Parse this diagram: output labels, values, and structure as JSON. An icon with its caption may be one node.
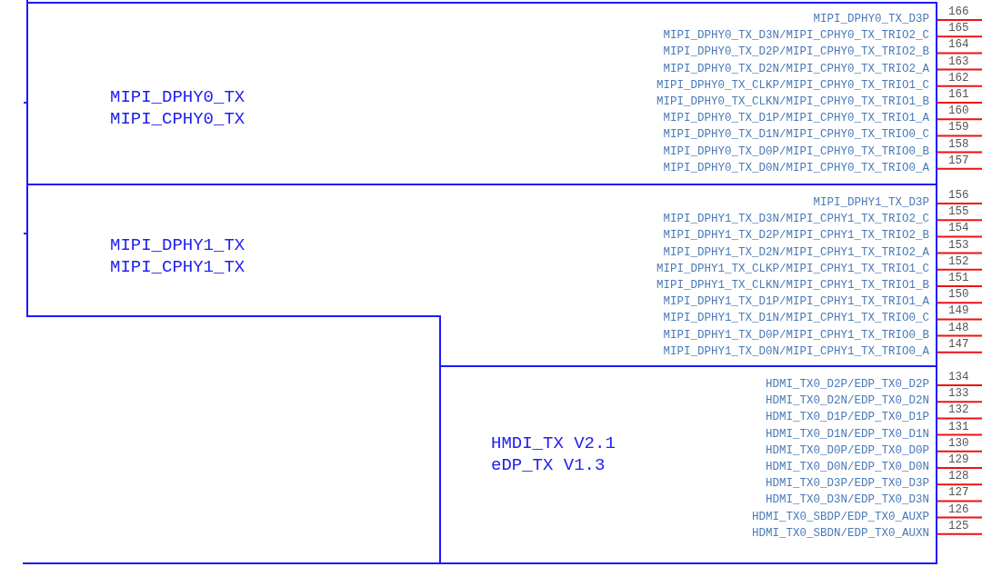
{
  "diagram": {
    "nodes": [
      {
        "text": [
          "MIPI_DPHY0_TX MIPI_CPHY0_TX",
          "MIPI_DPHY0_TX_D3P",
          "MIPI_DPHY0_TX_D3N/MIPI_CPHY0_TX_TRIO2_C",
          "MIPI_DPHY0_TX_D2P/MIPI_CPHY0_TX_TRIO2_B",
          "MIPI_DPHY0_TX_D2N/MIPI_CPHY0_TX_TRIO2_A",
          "MIPI_DPHY0_TX_CLKP/MIPI_CPHY0_TX_TRIO1_C",
          "MIPI_DPHY0_TX_CLKN/MIPI_CPHY0_TX_TRIO1_B",
          "MIPI_DPHY0_TX_D1P/MIPI_CPHY0_TX_TRIO1_A",
          "MIPI_DPHY0_TX_D1N/MIPI_CPHY0_TX_TRIO0_C",
          "MIPI_DPHY0_TX_D0P/MIPI_CPHY0_TX_TRIO0_B",
          "MIPI_DPHY0_TX_D0N/MIPI_CPHY0_TX_TRIO0_A"
        ],
        "beside": [
          "166",
          "165",
          "164",
          "163",
          "162",
          "161",
          "160",
          "159",
          "158",
          "157"
        ]
      },
      {
        "text": [
          "MIPI_DPHY1_TX MIPI_CPHY1_TX",
          "MIPI_DPHY1_TX_D3P",
          "MIPI_DPHY1_TX_D3N/MIPI_CPHY1_TX_TRIO2_C",
          "MIPI_DPHY1_TX_D2P/MIPI_CPHY1_TX_TRIO2_B",
          "MIPI_DPHY1_TX_D2N/MIPI_CPHY1_TX_TRIO2_A",
          "MIPI_DPHY1_TX_CLKP/MIPI_CPHY1_TX_TRIO1_C",
          "MIPI_DPHY1_TX_CLKN/MIPI_CPHY1_TX_TRIO1_B",
          "MIPI_DPHY1_TX_D1P/MIPI_CPHY1_TX_TRIO1_A",
          "MIPI_DPHY1_TX_D1N/MIPI_CPHY1_TX_TRIO0_C",
          "MIPI_DPHY1_TX_D0P/MIPI_CPHY1_TX_TRIO0_B",
          "MIPI_DPHY1_TX_D0N/MIPI_CPHY1_TX_TRIO0_A"
        ],
        "beside": [
          "156",
          "155",
          "154",
          "153",
          "152",
          "151",
          "150",
          "149",
          "148",
          "147"
        ]
      },
      {
        "text": [
          "HMDI_TX V2.1 eDP_TX V1.3",
          "HDMI_TX0_D2P/EDP_TX0_D2P",
          "HDMI_TX0_D2N/EDP_TX0_D2N",
          "HDMI_TX0_D1P/EDP_TX0_D1P",
          "HDMI_TX0_D1N/EDP_TX0_D1N",
          "HDMI_TX0_D0P/EDP_TX0_D0P",
          "HDMI_TX0_D0N/EDP_TX0_D0N",
          "HDMI_TX0_D3P/EDP_TX0_D3P",
          "HDMI_TX0_D3N/EDP_TX0_D3N",
          "HDMI_TX0_SBDP/EDP_TX0_AUXP",
          "HDMI_TX0_SBDN/EDP_TX0_AUXN"
        ],
        "beside": [
          "134",
          "133",
          "132",
          "131",
          "130",
          "129",
          "128",
          "127",
          "126",
          "125"
        ]
      }
    ]
  }
}
